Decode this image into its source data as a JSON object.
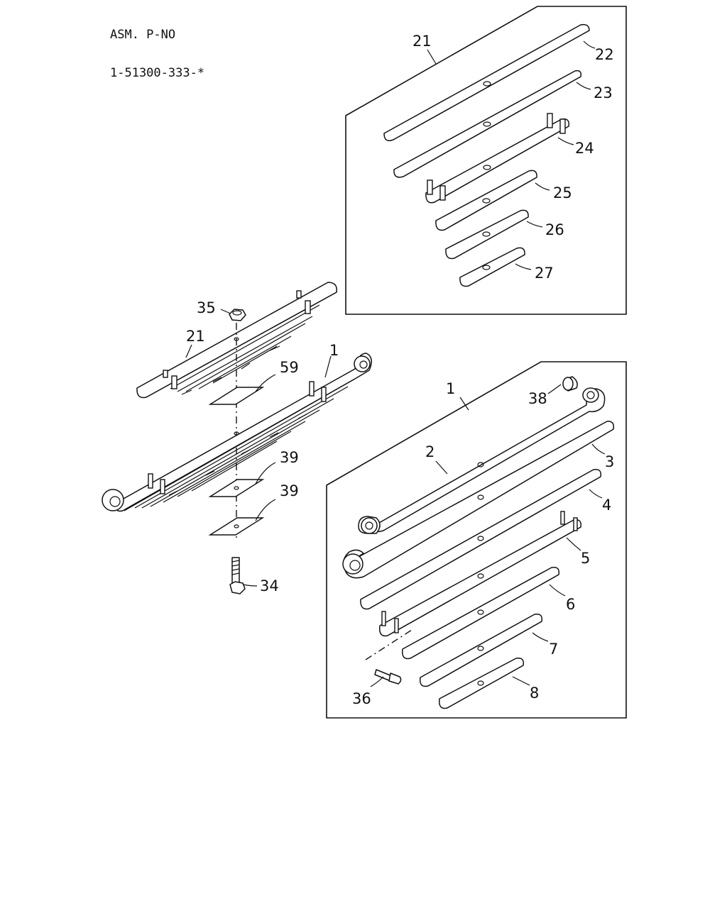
{
  "header": {
    "line1": "ASM. P-NO",
    "line2": "1-51300-333-*"
  },
  "callouts": {
    "c1_main": "1",
    "c21_main": "21",
    "c34": "34",
    "c35": "35",
    "c39_a": "39",
    "c39_b": "39",
    "c59": "59",
    "c21_box": "21",
    "c22": "22",
    "c23": "23",
    "c24": "24",
    "c25": "25",
    "c26": "26",
    "c27": "27",
    "c1_box": "1",
    "c2": "2",
    "c3": "3",
    "c4": "4",
    "c5": "5",
    "c6": "6",
    "c7": "7",
    "c8": "8",
    "c36": "36",
    "c38": "38"
  }
}
